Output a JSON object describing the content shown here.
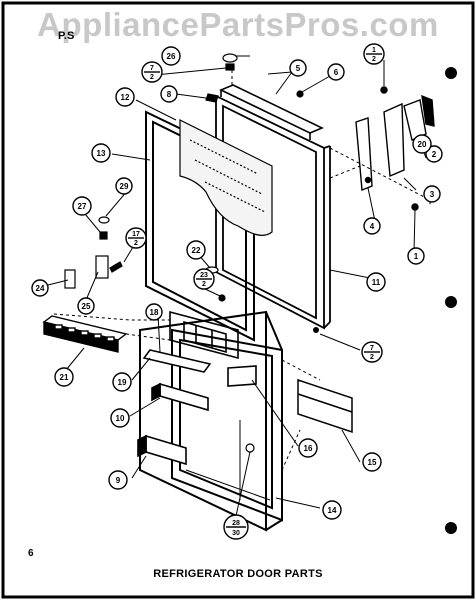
{
  "watermark": "AppliancePartsPros.com",
  "corner_code": "P.S",
  "page_number": "6",
  "title": "REFRIGERATOR DOOR PARTS",
  "callouts": {
    "c1": "1",
    "c2": "2",
    "c3": "3",
    "c4": "4",
    "c5": "5",
    "c6": "6",
    "c8": "8",
    "c9": "9",
    "c10": "10",
    "c11": "11",
    "c12": "12",
    "c13": "13",
    "c14": "14",
    "c15": "15",
    "c16": "16",
    "c18": "18",
    "c19": "19",
    "c20": "20",
    "c21": "21",
    "c22": "22",
    "c24": "24",
    "c25": "25",
    "c26": "26",
    "c27": "27",
    "c29": "29"
  },
  "fraction_callouts": {
    "f7a": {
      "num": "7",
      "den": "2"
    },
    "f1": {
      "num": "1",
      "den": "2"
    },
    "f17": {
      "num": "17",
      "den": "2"
    },
    "f23": {
      "num": "23",
      "den": "2"
    },
    "f7b": {
      "num": "7",
      "den": "2"
    },
    "f28": {
      "num": "28",
      "den": "30"
    }
  }
}
